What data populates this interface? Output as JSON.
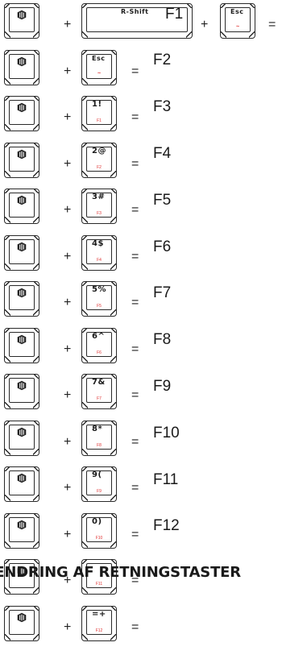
{
  "symbols": {
    "plus": "+",
    "equals": "="
  },
  "heading": "ÆNDRING AF RETNINGSTASTER",
  "logo_icon": "fn-logo-icon",
  "accent_color": "#e03030",
  "rows": [
    {
      "fn": "F1",
      "key_legend": "R-Shift",
      "extra_key": "Esc",
      "extra_sub": "~"
    },
    {
      "fn": "F2",
      "key_legend": "Esc",
      "key_sub": "~"
    },
    {
      "fn": "F3",
      "key_legend": "1!",
      "key_sub": "F1"
    },
    {
      "fn": "F4",
      "key_legend": "2@",
      "key_sub": "F2"
    },
    {
      "fn": "F5",
      "key_legend": "3#",
      "key_sub": "F3"
    },
    {
      "fn": "F6",
      "key_legend": "4$",
      "key_sub": "F4"
    },
    {
      "fn": "F7",
      "key_legend": "5%",
      "key_sub": "F5"
    },
    {
      "fn": "F8",
      "key_legend": "6^",
      "key_sub": "F6"
    },
    {
      "fn": "F9",
      "key_legend": "7&",
      "key_sub": "F7"
    },
    {
      "fn": "F10",
      "key_legend": "8*",
      "key_sub": "F8"
    },
    {
      "fn": "F11",
      "key_legend": "9(",
      "key_sub": "F9"
    },
    {
      "fn": "F12",
      "key_legend": "0)",
      "key_sub": "F10"
    },
    {
      "fn": "",
      "key_legend": "",
      "key_sub": "F11"
    },
    {
      "fn": "",
      "key_legend": "=+",
      "key_sub": "F12"
    }
  ]
}
